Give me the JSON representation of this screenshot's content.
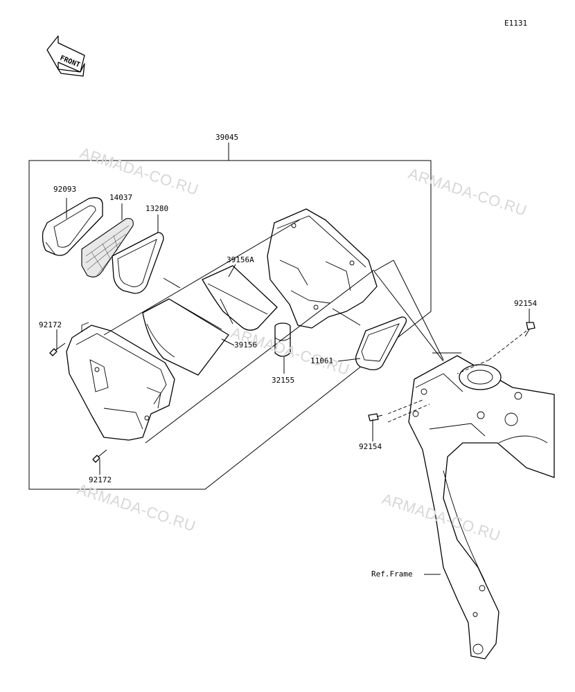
{
  "diagram_code": "E1131",
  "front_label": "FRONT",
  "watermark": "ARMADA-CO.RU",
  "parts": {
    "assembly": "39045",
    "cover": "92093",
    "screen": "14037",
    "gasket_a": "13280",
    "duct_a": "39156A",
    "duct": "39156",
    "bolt_left_top": "92172",
    "bolt_left_bottom": "92172",
    "collar": "32155",
    "seal": "11061",
    "bolt_right_top": "92154",
    "bolt_right_mid": "92154",
    "frame_ref": "Ref.Frame"
  }
}
